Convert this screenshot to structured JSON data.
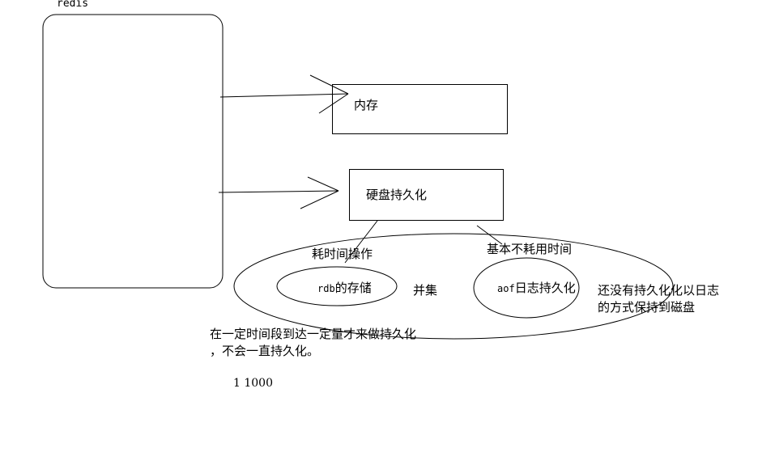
{
  "diagram": {
    "redis_label": "redis",
    "memory_label": "内存",
    "disk_label": "硬盘持久化",
    "rdb": {
      "note": "耗时间操作",
      "prefix": "rdb",
      "suffix": "的存储"
    },
    "aof": {
      "note": "基本不耗用时间",
      "prefix": "aof",
      "suffix": "日志持久化"
    },
    "union_label": "并集",
    "aof_desc_line1": "还没有持久化化以日志",
    "aof_desc_line2": "的方式保持到磁盘",
    "rdb_desc_line1": "在一定时间段到达一定量才来做持久化",
    "rdb_desc_line2": "，不会一直持久化。",
    "numbers": "1 1000"
  },
  "colors": {
    "stroke": "#000000",
    "background": "#ffffff"
  }
}
